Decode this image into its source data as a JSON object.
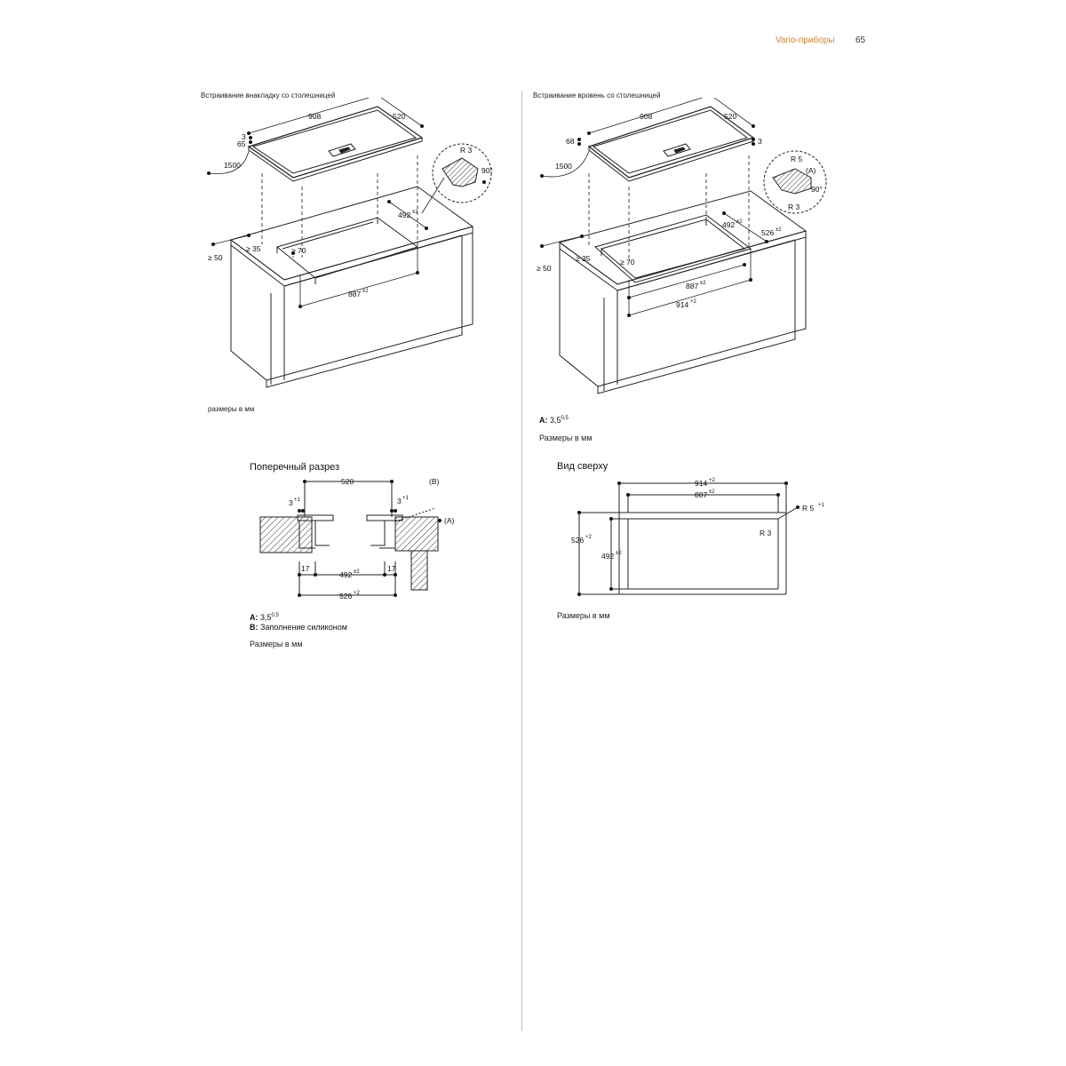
{
  "header": {
    "section_title": "Vario-приборы",
    "page_number": "65"
  },
  "left": {
    "title": "Встраивание внакладку со столешницей",
    "dims": {
      "width_top": "908",
      "depth_top": "520",
      "thick_a": "3",
      "thick_b": "65",
      "cable": "1500",
      "radius": "R 3",
      "angle": "90°",
      "cut_depth": "492",
      "cut_depth_tol": "±2",
      "min_back": "≥ 50",
      "min_side": "≥ 35",
      "min_front": "≥ 70",
      "cut_width": "887",
      "cut_width_tol": "±2"
    },
    "units": "размеры в мм"
  },
  "right": {
    "title": "Встраивание вровень со столешницей",
    "dims": {
      "width_top": "908",
      "depth_top": "520",
      "thick_a": "68",
      "thick_b": "3",
      "cable": "1500",
      "radius_outer": "R 5",
      "radius_inner": "R 3",
      "label_a": "(A)",
      "angle": "90°",
      "depth_inner": "492",
      "depth_inner_tol": "±2",
      "depth_outer": "526",
      "depth_outer_tol": "±2",
      "min_back": "≥ 50",
      "min_side": "≥ 35",
      "min_front": "≥ 70",
      "cut_inner": "887",
      "cut_inner_tol": "±2",
      "cut_outer": "914",
      "cut_outer_tol": "+2"
    },
    "note_a_label": "A:",
    "note_a_value": "3,5",
    "note_a_sup": "0,5",
    "units": "Размеры в мм"
  },
  "cross_section": {
    "title": "Поперечный разрез",
    "dims": {
      "width": "520",
      "gap_left": "3",
      "gap_left_tol": "+1",
      "gap_right": "3",
      "gap_right_tol": "+1",
      "label_b": "(B)",
      "label_a": "(A)",
      "ledge_left": "17",
      "ledge_right": "17",
      "inner": "492",
      "inner_tol": "±2",
      "outer": "526",
      "outer_tol": "+2"
    },
    "note_a_label": "A:",
    "note_a_value": "3,5",
    "note_a_sup": "0,5",
    "note_b_label": "B:",
    "note_b_value": "Заполнение силиконом",
    "units": "Размеры в мм"
  },
  "top_view": {
    "title": "Вид сверху",
    "dims": {
      "outer_w": "914",
      "outer_w_tol": "+2",
      "inner_w": "887",
      "inner_w_tol": "±2",
      "outer_r": "R 5",
      "outer_r_tol": "+1",
      "inner_r": "R 3",
      "outer_d": "526",
      "outer_d_tol": "+2",
      "inner_d": "492",
      "inner_d_tol": "±2"
    },
    "units": "Размеры в мм"
  }
}
